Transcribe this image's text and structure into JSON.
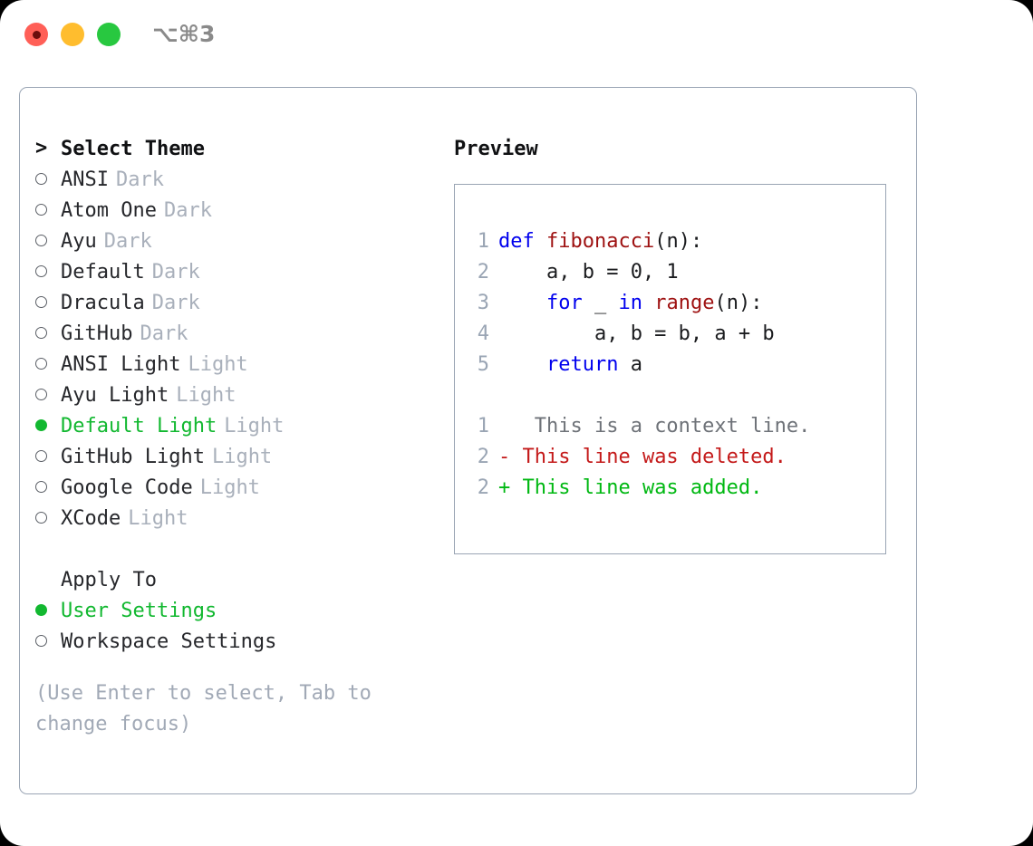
{
  "window": {
    "shortcut_title": "⌥⌘3",
    "traffic_lights": [
      {
        "name": "close",
        "color": "#ff5f57"
      },
      {
        "name": "minimize",
        "color": "#ffbd2e"
      },
      {
        "name": "maximize",
        "color": "#28c840"
      }
    ]
  },
  "theme_list": {
    "header": "Select Theme",
    "header_marker": ">",
    "items": [
      {
        "marker": "radio-off",
        "name": "ANSI",
        "badge": "Dark",
        "selected": false
      },
      {
        "marker": "radio-off",
        "name": "Atom One",
        "badge": "Dark",
        "selected": false
      },
      {
        "marker": "radio-off",
        "name": "Ayu",
        "badge": "Dark",
        "selected": false
      },
      {
        "marker": "radio-off",
        "name": "Default",
        "badge": "Dark",
        "selected": false
      },
      {
        "marker": "radio-off",
        "name": "Dracula",
        "badge": "Dark",
        "selected": false
      },
      {
        "marker": "radio-off",
        "name": "GitHub",
        "badge": "Dark",
        "selected": false
      },
      {
        "marker": "radio-off",
        "name": "ANSI Light",
        "badge": "Light",
        "selected": false
      },
      {
        "marker": "radio-off",
        "name": "Ayu Light",
        "badge": "Light",
        "selected": false
      },
      {
        "marker": "radio-on",
        "name": "Default Light",
        "badge": "Light",
        "selected": true
      },
      {
        "marker": "radio-off",
        "name": "GitHub Light",
        "badge": "Light",
        "selected": false
      },
      {
        "marker": "radio-off",
        "name": "Google Code",
        "badge": "Light",
        "selected": false
      },
      {
        "marker": "radio-off",
        "name": "XCode",
        "badge": "Light",
        "selected": false
      }
    ]
  },
  "apply_to": {
    "label": "Apply To",
    "items": [
      {
        "marker": "radio-on",
        "name": "User Settings",
        "selected": true
      },
      {
        "marker": "radio-off",
        "name": "Workspace Settings",
        "selected": false
      }
    ]
  },
  "hint": "(Use Enter to select, Tab to change focus)",
  "preview": {
    "title": "Preview",
    "code_lines": [
      {
        "no": "1",
        "tokens": [
          {
            "t": "def",
            "c": "kw"
          },
          {
            "t": " ",
            "c": "plain"
          },
          {
            "t": "fibonacci",
            "c": "fn"
          },
          {
            "t": "(n):",
            "c": "plain"
          }
        ]
      },
      {
        "no": "2",
        "tokens": [
          {
            "t": "    a, b = 0, 1",
            "c": "plain"
          }
        ]
      },
      {
        "no": "3",
        "tokens": [
          {
            "t": "    ",
            "c": "plain"
          },
          {
            "t": "for",
            "c": "kw"
          },
          {
            "t": " _ ",
            "c": "plain"
          },
          {
            "t": "in",
            "c": "kw"
          },
          {
            "t": " ",
            "c": "plain"
          },
          {
            "t": "range",
            "c": "fn"
          },
          {
            "t": "(n):",
            "c": "plain"
          }
        ]
      },
      {
        "no": "4",
        "tokens": [
          {
            "t": "        a, b = b, a + b",
            "c": "plain"
          }
        ]
      },
      {
        "no": "5",
        "tokens": [
          {
            "t": "    ",
            "c": "plain"
          },
          {
            "t": "return",
            "c": "kw"
          },
          {
            "t": " a",
            "c": "plain"
          }
        ]
      }
    ],
    "diff_lines": [
      {
        "no": "1",
        "sign": " ",
        "text": "  This is a context line.",
        "kind": "ctx"
      },
      {
        "no": "2",
        "sign": "-",
        "text": " This line was deleted.",
        "kind": "del"
      },
      {
        "no": "2",
        "sign": "+",
        "text": " This line was added.",
        "kind": "add"
      }
    ]
  },
  "colors": {
    "accent_green": "#12b830",
    "keyword_blue": "#0000ee",
    "function_red": "#9e1111",
    "diff_delete": "#c41a1a",
    "diff_add": "#00b812",
    "muted_gray": "#a9b0bb",
    "border": "#9aa5b4"
  }
}
